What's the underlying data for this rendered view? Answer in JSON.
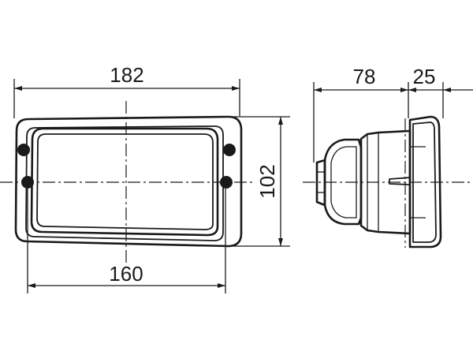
{
  "drawing": {
    "colors": {
      "line": "#1a1a1a",
      "background": "#ffffff"
    },
    "front_view": {
      "width_label": "182",
      "hole_spacing_label": "160",
      "height_label": "102"
    },
    "side_view": {
      "depth_label": "78",
      "bezel_label": "25"
    }
  }
}
